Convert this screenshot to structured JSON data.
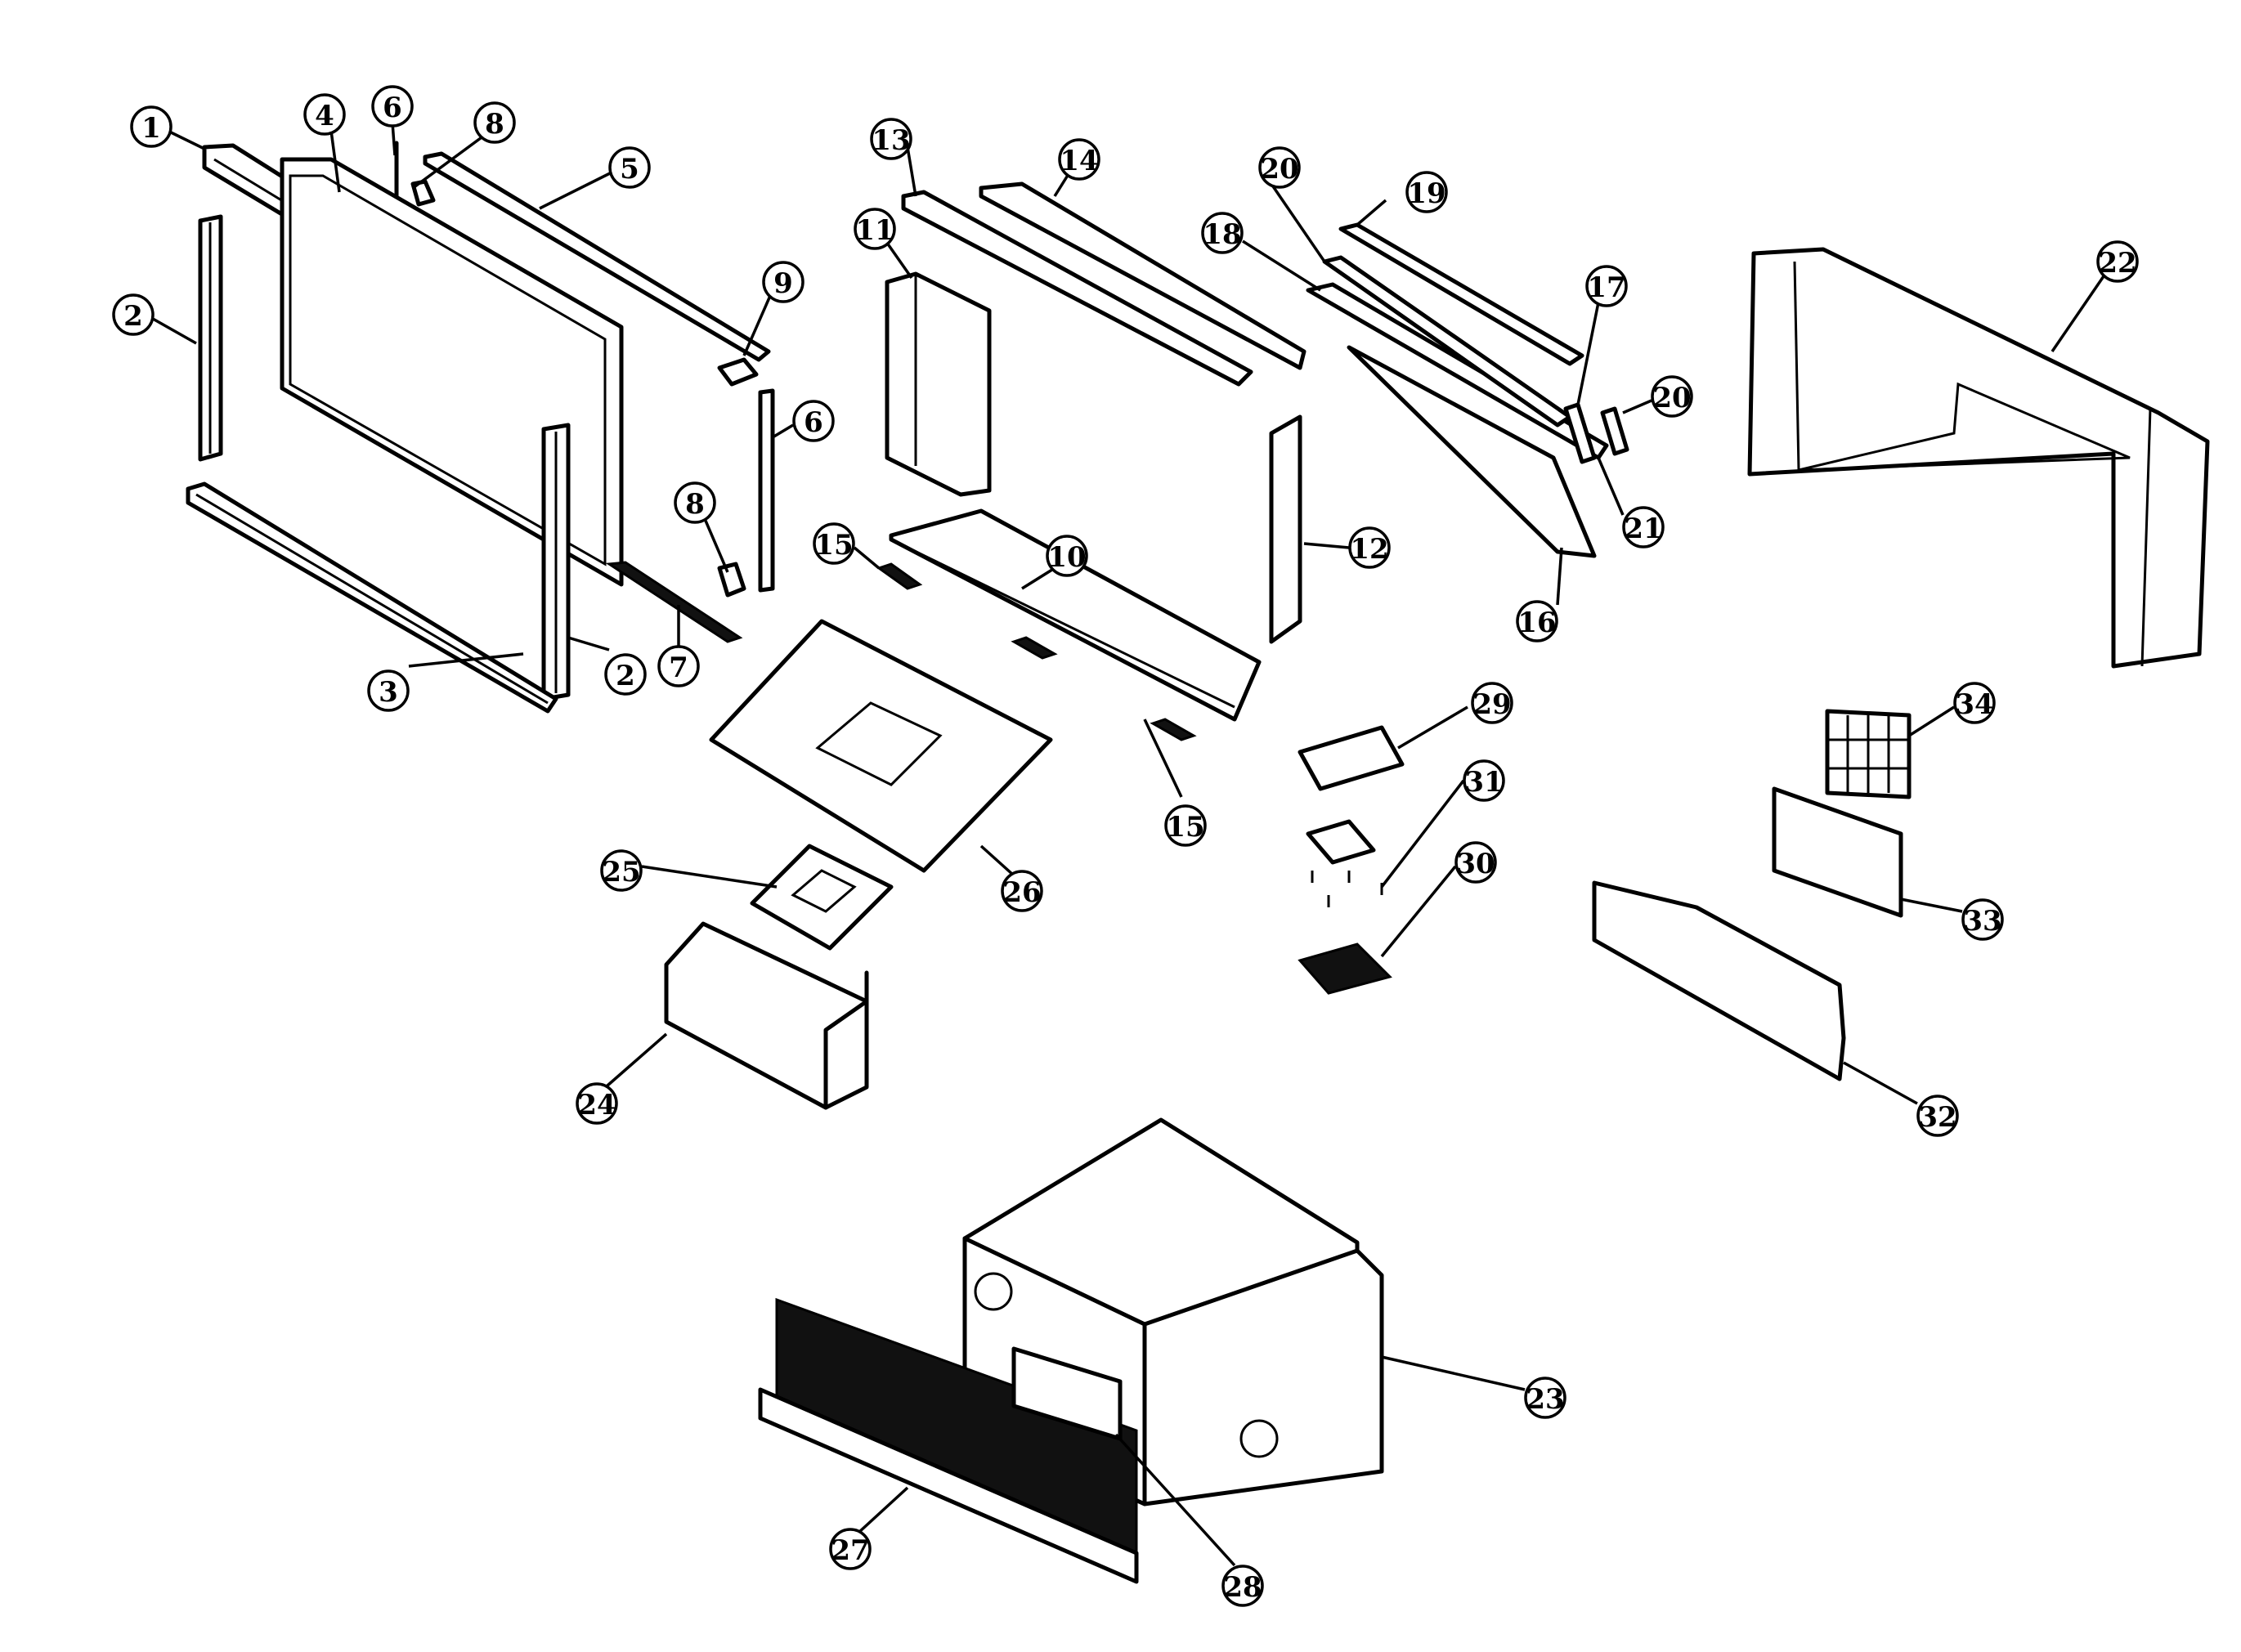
{
  "callouts": [
    {
      "id": "1",
      "label": "1"
    },
    {
      "id": "2a",
      "label": "2"
    },
    {
      "id": "2b",
      "label": "2"
    },
    {
      "id": "3",
      "label": "3"
    },
    {
      "id": "4",
      "label": "4"
    },
    {
      "id": "5",
      "label": "5"
    },
    {
      "id": "6a",
      "label": "6"
    },
    {
      "id": "6b",
      "label": "6"
    },
    {
      "id": "7",
      "label": "7"
    },
    {
      "id": "8a",
      "label": "8"
    },
    {
      "id": "8b",
      "label": "8"
    },
    {
      "id": "9",
      "label": "9"
    },
    {
      "id": "10",
      "label": "10"
    },
    {
      "id": "11",
      "label": "11"
    },
    {
      "id": "12",
      "label": "12"
    },
    {
      "id": "13",
      "label": "13"
    },
    {
      "id": "14",
      "label": "14"
    },
    {
      "id": "15a",
      "label": "15"
    },
    {
      "id": "15b",
      "label": "15"
    },
    {
      "id": "16",
      "label": "16"
    },
    {
      "id": "17",
      "label": "17"
    },
    {
      "id": "18",
      "label": "18"
    },
    {
      "id": "19",
      "label": "19"
    },
    {
      "id": "20a",
      "label": "20"
    },
    {
      "id": "20b",
      "label": "20"
    },
    {
      "id": "21",
      "label": "21"
    },
    {
      "id": "22",
      "label": "22"
    },
    {
      "id": "23",
      "label": "23"
    },
    {
      "id": "24",
      "label": "24"
    },
    {
      "id": "25",
      "label": "25"
    },
    {
      "id": "26",
      "label": "26"
    },
    {
      "id": "27",
      "label": "27"
    },
    {
      "id": "28",
      "label": "28"
    },
    {
      "id": "29",
      "label": "29"
    },
    {
      "id": "30",
      "label": "30"
    },
    {
      "id": "31",
      "label": "31"
    },
    {
      "id": "32",
      "label": "32"
    },
    {
      "id": "33",
      "label": "33"
    },
    {
      "id": "34",
      "label": "34"
    }
  ]
}
